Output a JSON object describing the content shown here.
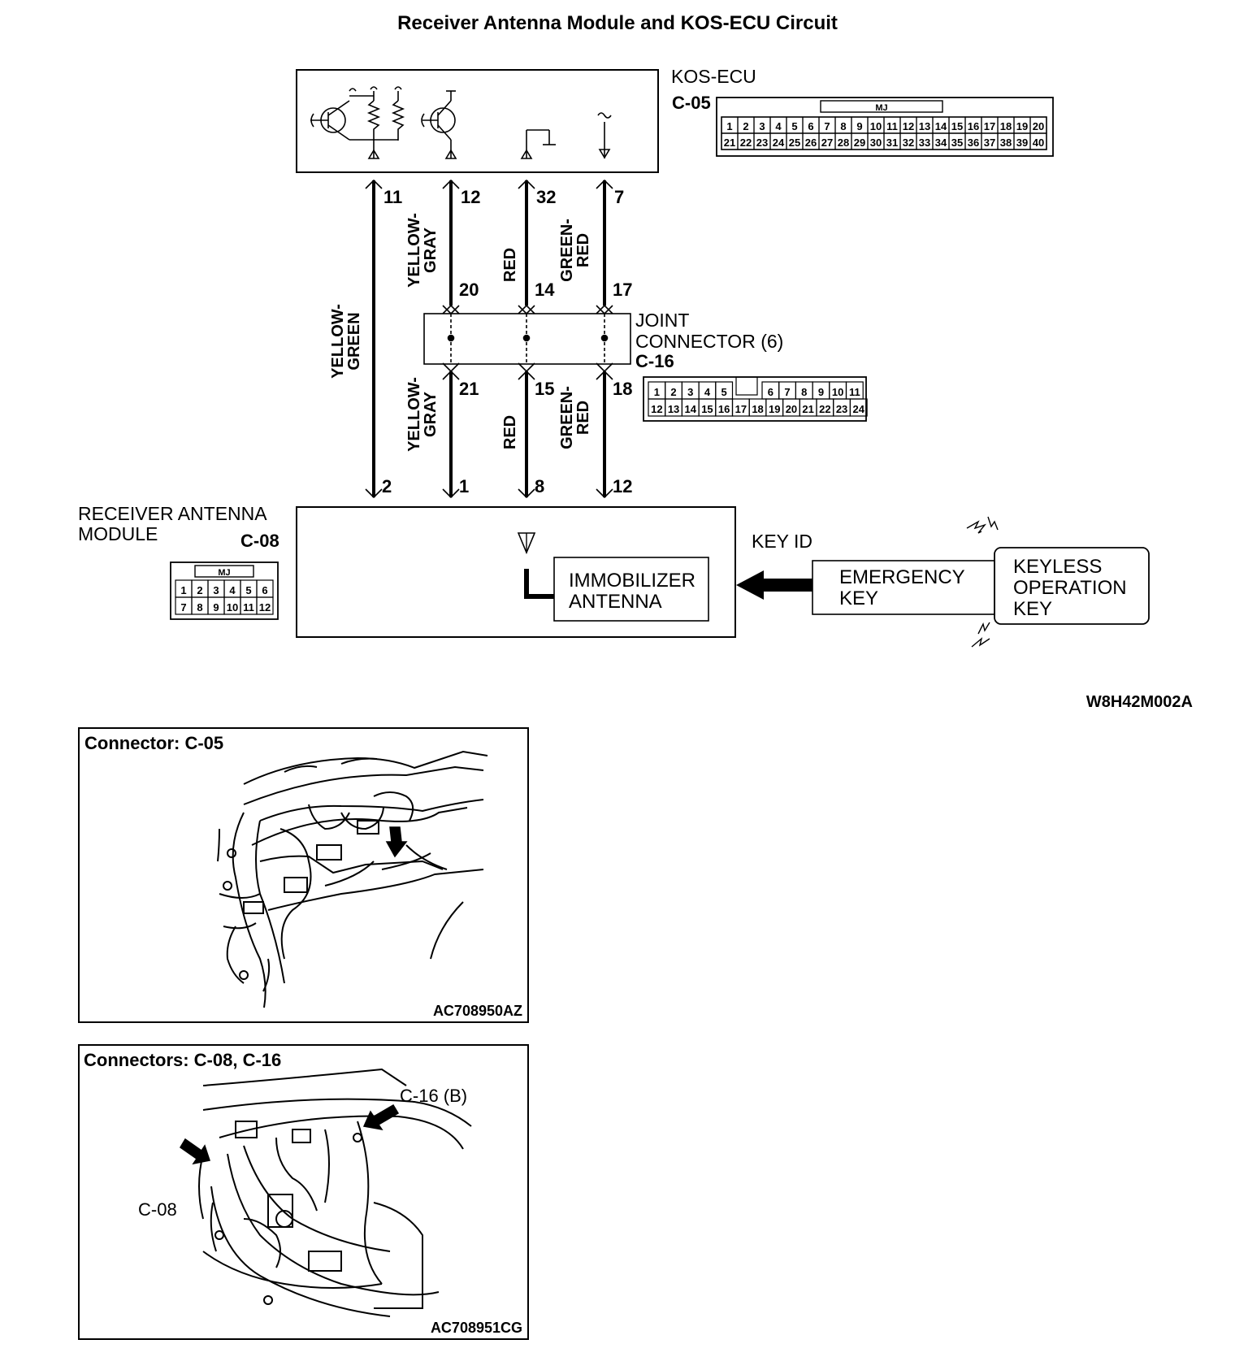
{
  "title": "Receiver Antenna  Module and KOS-ECU Circuit",
  "figure_id": "W8H42M002A",
  "ecu": {
    "name": "KOS-ECU",
    "connector": "C-05",
    "connector_tag": "MJ",
    "pins_row1": [
      "1",
      "2",
      "3",
      "4",
      "5",
      "6",
      "7",
      "8",
      "9",
      "10",
      "11",
      "12",
      "13",
      "14",
      "15",
      "16",
      "17",
      "18",
      "19",
      "20"
    ],
    "pins_row2": [
      "21",
      "22",
      "23",
      "24",
      "25",
      "26",
      "27",
      "28",
      "29",
      "30",
      "31",
      "32",
      "33",
      "34",
      "35",
      "36",
      "37",
      "38",
      "39",
      "40"
    ]
  },
  "joint": {
    "name_line1": "JOINT",
    "name_line2": "CONNECTOR (6)",
    "connector": "C-16",
    "pins_row1": [
      "1",
      "2",
      "3",
      "4",
      "5",
      "",
      "6",
      "7",
      "8",
      "9",
      "10",
      "11"
    ],
    "pins_row2": [
      "12",
      "13",
      "14",
      "15",
      "16",
      "17",
      "18",
      "19",
      "20",
      "21",
      "22",
      "23",
      "24"
    ]
  },
  "module": {
    "name_line1": "RECEIVER ANTENNA",
    "name_line2": "MODULE",
    "connector": "C-08",
    "connector_tag": "MJ",
    "pins_row1": [
      "1",
      "2",
      "3",
      "4",
      "5",
      "6"
    ],
    "pins_row2": [
      "7",
      "8",
      "9",
      "10",
      "11",
      "12"
    ],
    "antenna_line1": "IMMOBILIZER",
    "antenna_line2": "ANTENNA"
  },
  "wires": [
    {
      "ecu_pin": "11",
      "upper_color": "",
      "joint_in": "",
      "joint_out": "",
      "lower_color": "YELLOW-GREEN",
      "module_pin": "2"
    },
    {
      "ecu_pin": "12",
      "upper_color": "YELLOW-GRAY",
      "joint_in": "20",
      "joint_out": "21",
      "lower_color": "YELLOW-GRAY",
      "module_pin": "1"
    },
    {
      "ecu_pin": "32",
      "upper_color": "RED",
      "joint_in": "14",
      "joint_out": "15",
      "lower_color": "RED",
      "module_pin": "8"
    },
    {
      "ecu_pin": "7",
      "upper_color": "GREEN-RED",
      "joint_in": "17",
      "joint_out": "18",
      "lower_color": "GREEN-RED",
      "module_pin": "12"
    }
  ],
  "wire_color_labels": {
    "yg_1": "YELLOW-",
    "yg_2": "GREEN",
    "ygr_1": "YELLOW-",
    "ygr_2": "GRAY",
    "red": "RED",
    "gr_1": "GREEN-",
    "gr_2": "RED"
  },
  "key_id_label": "KEY ID",
  "emergency_key": {
    "line1": "EMERGENCY",
    "line2": "KEY"
  },
  "keyless_key": {
    "line1": "KEYLESS",
    "line2": "OPERATION",
    "line3": "KEY"
  },
  "panels": [
    {
      "title": "Connector: C-05",
      "figure_id": "AC708950AZ"
    },
    {
      "title": "Connectors: C-08, C-16",
      "figure_id": "AC708951CG",
      "callout_c16": "C-16 (B)",
      "callout_c08": "C-08"
    }
  ]
}
